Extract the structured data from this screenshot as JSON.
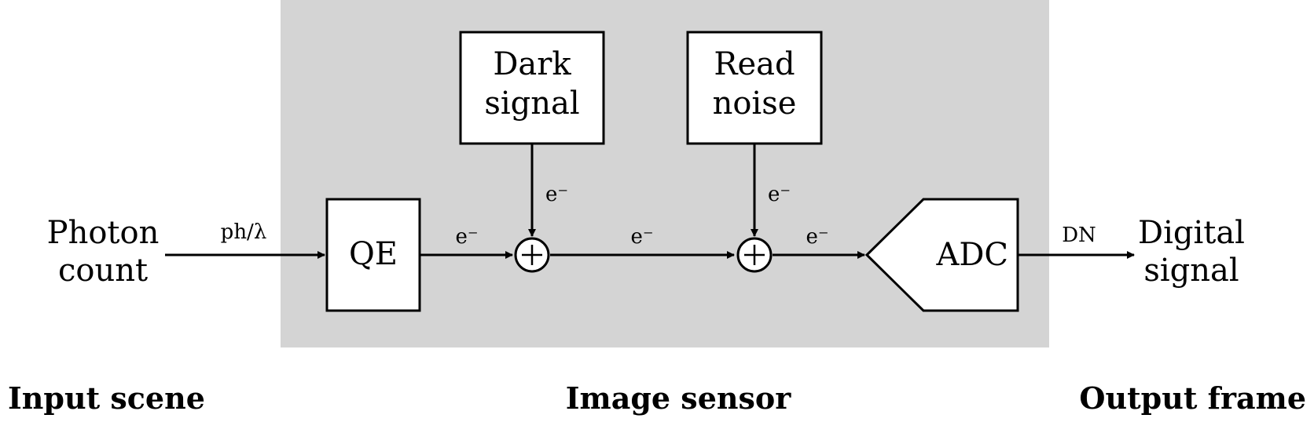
{
  "diagram": {
    "colors": {
      "sensor_background": "#d4d4d4",
      "stroke": "#000000",
      "box_fill": "#ffffff"
    },
    "nodes": {
      "photon_count": {
        "line1": "Photon",
        "line2": "count"
      },
      "qe": {
        "label": "QE"
      },
      "dark_signal": {
        "line1": "Dark",
        "line2": "signal"
      },
      "read_noise": {
        "line1": "Read",
        "line2": "noise"
      },
      "adc": {
        "label": "ADC"
      },
      "digital_signal": {
        "line1": "Digital",
        "line2": "signal"
      }
    },
    "edges": {
      "photon_to_qe": "ph/λ",
      "qe_to_sum1": "e⁻",
      "dark_to_sum1": "e⁻",
      "sum1_to_sum2": "e⁻",
      "read_to_sum2": "e⁻",
      "sum2_to_adc": "e⁻",
      "adc_to_output": "DN"
    },
    "sections": {
      "input": "Input scene",
      "sensor": "Image sensor",
      "output": "Output frame"
    }
  }
}
